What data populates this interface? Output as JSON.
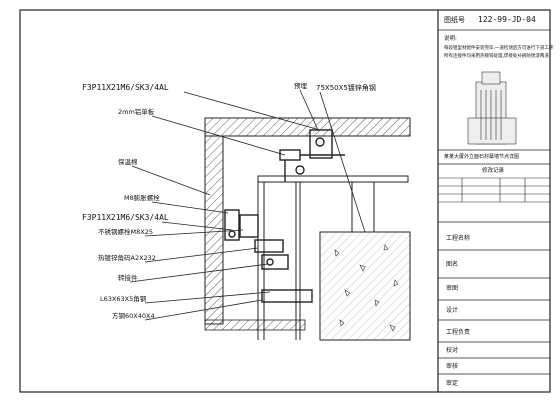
{
  "title_block": {
    "drawing_no_label": "图纸号",
    "drawing_no": "122-99-JD-04",
    "note_label": "说明:",
    "notes": [
      "每段铝型材配件安装完毕,一道检测后方可进行下道工序",
      "所有连接件均采用热镀锌处理,焊接处补刷防锈漆两道"
    ],
    "project_name": "某某大厦外立面石材幕墙节点详图",
    "revision_title": "修改记录",
    "rows": [
      "工程名称",
      "图名",
      "审图",
      "设计",
      "工程负责",
      "校对",
      "审核",
      "审定"
    ]
  },
  "labels": {
    "l1": "F3P11X21M6/SK3/4AL",
    "l2": "2mm铝单板",
    "l3": "保温棉",
    "l4": "M8膨胀螺栓",
    "l5": "F3P11X21M6/SK3/4AL",
    "l6": "不锈钢螺栓M8X25",
    "l7": "热镀锌角码A2X232",
    "l8": "转接件",
    "l9": "L63X63X5角钢",
    "l10": "方钢60X40X4",
    "top_left": "预埋",
    "top_right": "75X50X5镀锌角钢"
  }
}
